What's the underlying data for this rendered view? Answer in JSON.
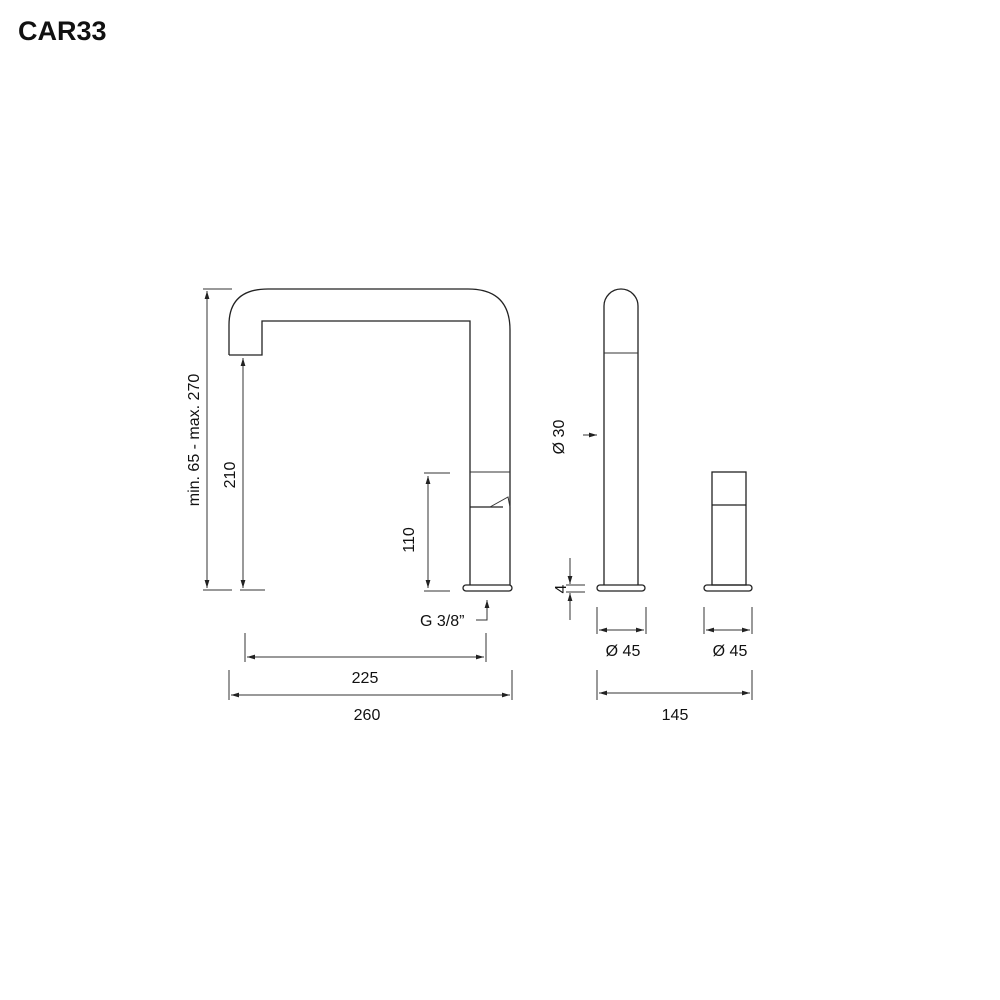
{
  "title": "CAR33",
  "dimensions": {
    "height_range": "min. 65 - max. 270",
    "spout_height": "210",
    "handle_height": "110",
    "connection": "G 3/8”",
    "reach": "225",
    "total_width": "260",
    "body_diameter": "Ø 30",
    "base_thickness": "4",
    "base_diameter_1": "Ø 45",
    "base_diameter_2": "Ø 45",
    "spacing": "145"
  }
}
